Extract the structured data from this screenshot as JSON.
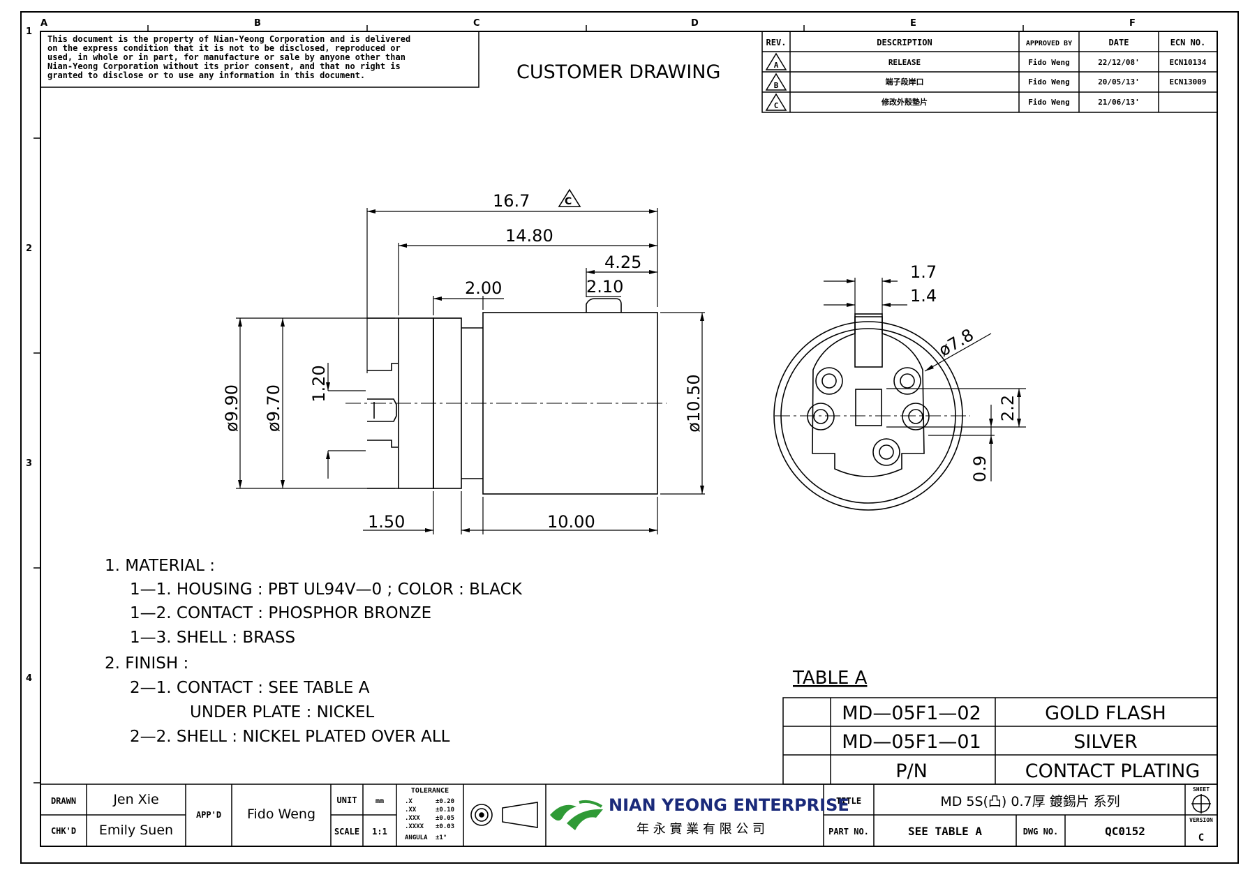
{
  "zones": {
    "columns": [
      "A",
      "B",
      "C",
      "D",
      "E",
      "F"
    ],
    "rows": [
      "1",
      "2",
      "3",
      "4"
    ]
  },
  "notice": [
    "This document is the property of Nian-Yeong Corporation and is delivered",
    "on  the  express condition that it is not to be disclosed, reproduced or",
    "used, in whole or in part, for manufacture or sale by anyone other than",
    "Nian-Yeong Corporation without  its prior consent, and that  no right  is",
    "granted to disclose or to use any information in this  document."
  ],
  "heading": "CUSTOMER  DRAWING",
  "revision_table": {
    "headers": [
      "REV.",
      "DESCRIPTION",
      "APPROVED BY",
      "DATE",
      "ECN NO."
    ],
    "rows": [
      {
        "rev": "A",
        "description": "RELEASE",
        "approved": "Fido Weng",
        "date": "22/12/08'",
        "ecn": "ECN10134"
      },
      {
        "rev": "B",
        "description": "端子段岸口",
        "approved": "Fido Weng",
        "date": "20/05/13'",
        "ecn": "ECN13009"
      },
      {
        "rev": "C",
        "description": "修改外殼墊片",
        "approved": "Fido Weng",
        "date": "21/06/13'",
        "ecn": ""
      }
    ]
  },
  "dimensions": {
    "overall_length": "16.7",
    "overall_rev": "C",
    "body_length": "14.80",
    "key_position": "4.25",
    "key_width": "2.10",
    "flange_gap": "2.00",
    "pin_offset": "1.20",
    "dia_1": "ø9.90",
    "dia_2": "ø9.70",
    "dia_3": "ø10.50",
    "flange_thickness": "1.50",
    "shell_length": "10.00",
    "tab_1": "1.7",
    "tab_2": "1.4",
    "pin_circle": "ø7.8",
    "center_slot": "2.2",
    "bottom_gap": "0.9"
  },
  "notes": [
    {
      "text": "1.  MATERIAL  :",
      "indent": 0
    },
    {
      "text": "1—1.  HOUSING  :  PBT  UL94V—0  ;  COLOR  :  BLACK",
      "indent": 1
    },
    {
      "text": "1—2.  CONTACT  :  PHOSPHOR  BRONZE",
      "indent": 1
    },
    {
      "text": "1—3.  SHELL  :  BRASS",
      "indent": 1
    },
    {
      "text": "2.  FINISH  :",
      "indent": 0
    },
    {
      "text": "2—1.  CONTACT  :  SEE  TABLE  A",
      "indent": 1
    },
    {
      "text": "UNDER  PLATE  :  NICKEL",
      "indent": 2
    },
    {
      "text": "2—2.  SHELL  :  NICKEL  PLATED  OVER  ALL",
      "indent": 1
    }
  ],
  "table_a": {
    "title": "TABLE  A",
    "rows": [
      {
        "pn": "MD—05F1—02",
        "plating": "GOLD  FLASH"
      },
      {
        "pn": "MD—05F1—01",
        "plating": "SILVER"
      },
      {
        "pn": "P/N",
        "plating": "CONTACT  PLATING"
      }
    ]
  },
  "title_block": {
    "drawn_label": "DRAWN",
    "drawn": "Jen Xie",
    "checked_label": "CHK'D",
    "checked": "Emily Suen",
    "approved_label": "APP'D",
    "approved": "Fido Weng",
    "unit_label": "UNIT",
    "unit": "mm",
    "scale_label": "SCALE",
    "scale": "1:1",
    "tolerance_title": "TOLERANCE",
    "tolerances": [
      {
        "fmt": ".X",
        "val": "±0.20"
      },
      {
        "fmt": ".XX",
        "val": "±0.10"
      },
      {
        "fmt": ".XXX",
        "val": "±0.05"
      },
      {
        "fmt": ".XXXX",
        "val": "±0.03"
      },
      {
        "fmt": "ANGULA",
        "val": "±1°"
      }
    ],
    "company_en": "NIAN YEONG ENTERPRISE",
    "company_zh": "年 永 實 業 有 限 公 司",
    "title_label": "TITLE",
    "title": "MD  5S(凸)  0.7厚  鍍錫片  系列",
    "part_label": "PART NO.",
    "part": "SEE  TABLE  A",
    "dwg_label": "DWG NO.",
    "dwg": "QC0152",
    "sheet_label": "SHEET",
    "version_label": "VERSION",
    "version": "C"
  }
}
